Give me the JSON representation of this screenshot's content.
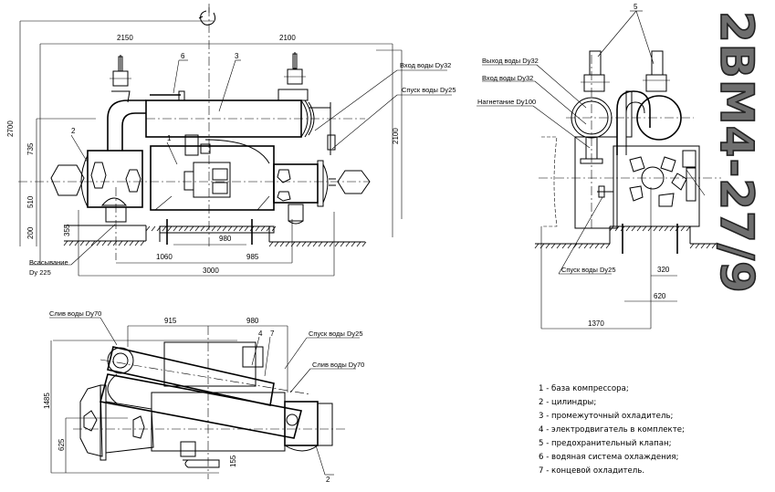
{
  "title": "2ВМ4-27/9",
  "front_view": {
    "dimensions": {
      "top_left": "2150",
      "top_right": "2100",
      "height_total": "2700",
      "h_735": "735",
      "h_510": "510",
      "h_200": "200",
      "h_355": "355",
      "height_right": "2100",
      "span_980": "980",
      "d_1060": "1060",
      "d_985": "985",
      "span_3000": "3000"
    },
    "callouts": {
      "c6": "6",
      "c3": "3",
      "c2": "2",
      "c1": "1"
    },
    "labels": {
      "water_in": "Вход воды Dy32",
      "water_drain": "Спуск воды Dy25",
      "suction_line1": "Всасывание",
      "suction_line2": "Dy 225"
    }
  },
  "side_view": {
    "callouts": {
      "c5": "5"
    },
    "labels": {
      "water_out": "Выход воды Dy32",
      "water_in": "Вход воды Dy32",
      "discharge": "Нагнетание Dy100",
      "water_drain": "Спуск воды Dy25"
    },
    "dimensions": {
      "d_320": "320",
      "d_620": "620",
      "d_1370": "1370"
    }
  },
  "top_view": {
    "labels": {
      "drain_left": "Слив воды Dy70",
      "water_drain": "Спуск воды Dy25",
      "drain_right": "Слив воды Dy70"
    },
    "callouts": {
      "c4": "4",
      "c7": "7",
      "c2": "2"
    },
    "dimensions": {
      "d_915": "915",
      "d_980": "980",
      "d_1485": "1485",
      "d_625": "625",
      "d_155": "155"
    }
  },
  "legend": [
    "1 - база компрессора;",
    "2 - цилиндры;",
    "3 - промежуточный охладитель;",
    "4 - электродвигатель в комплекте;",
    "5 - предохранительный клапан;",
    "6 - водяная система охлаждения;",
    "7 - концевой охладитель."
  ]
}
